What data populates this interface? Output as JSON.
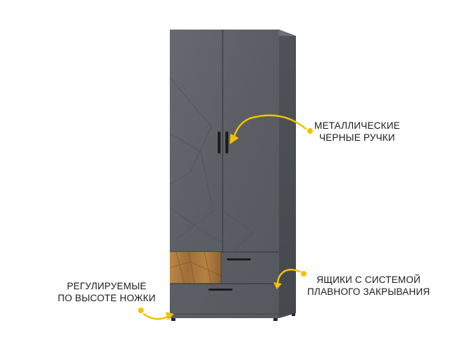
{
  "callouts": {
    "handles": {
      "line1": "МЕТАЛЛИЧЕСКИЕ",
      "line2": "ЧЕРНЫЕ РУЧКИ"
    },
    "drawers": {
      "line1": "ЯЩИКИ С СИСТЕМОЙ",
      "line2": "ПЛАВНОГО ЗАКРЫВАНИЯ"
    },
    "legs": {
      "line1": "РЕГУЛИРУЕМЫЕ",
      "line2": "ПО ВЫСОТЕ НОЖКИ"
    }
  },
  "colors": {
    "body_front": "#5d6066",
    "body_side": "#4e5156",
    "body_top": "#6a6d72",
    "door_line": "#3f4247",
    "handle": "#1c1c1e",
    "wood_panel": "#a9783f",
    "accent_arrow": "#f2c200"
  },
  "icons": {
    "handles_arrow": "curved-arrow-icon",
    "drawers_arrow": "curved-arrow-icon",
    "legs_arrow": "curved-arrow-icon"
  }
}
